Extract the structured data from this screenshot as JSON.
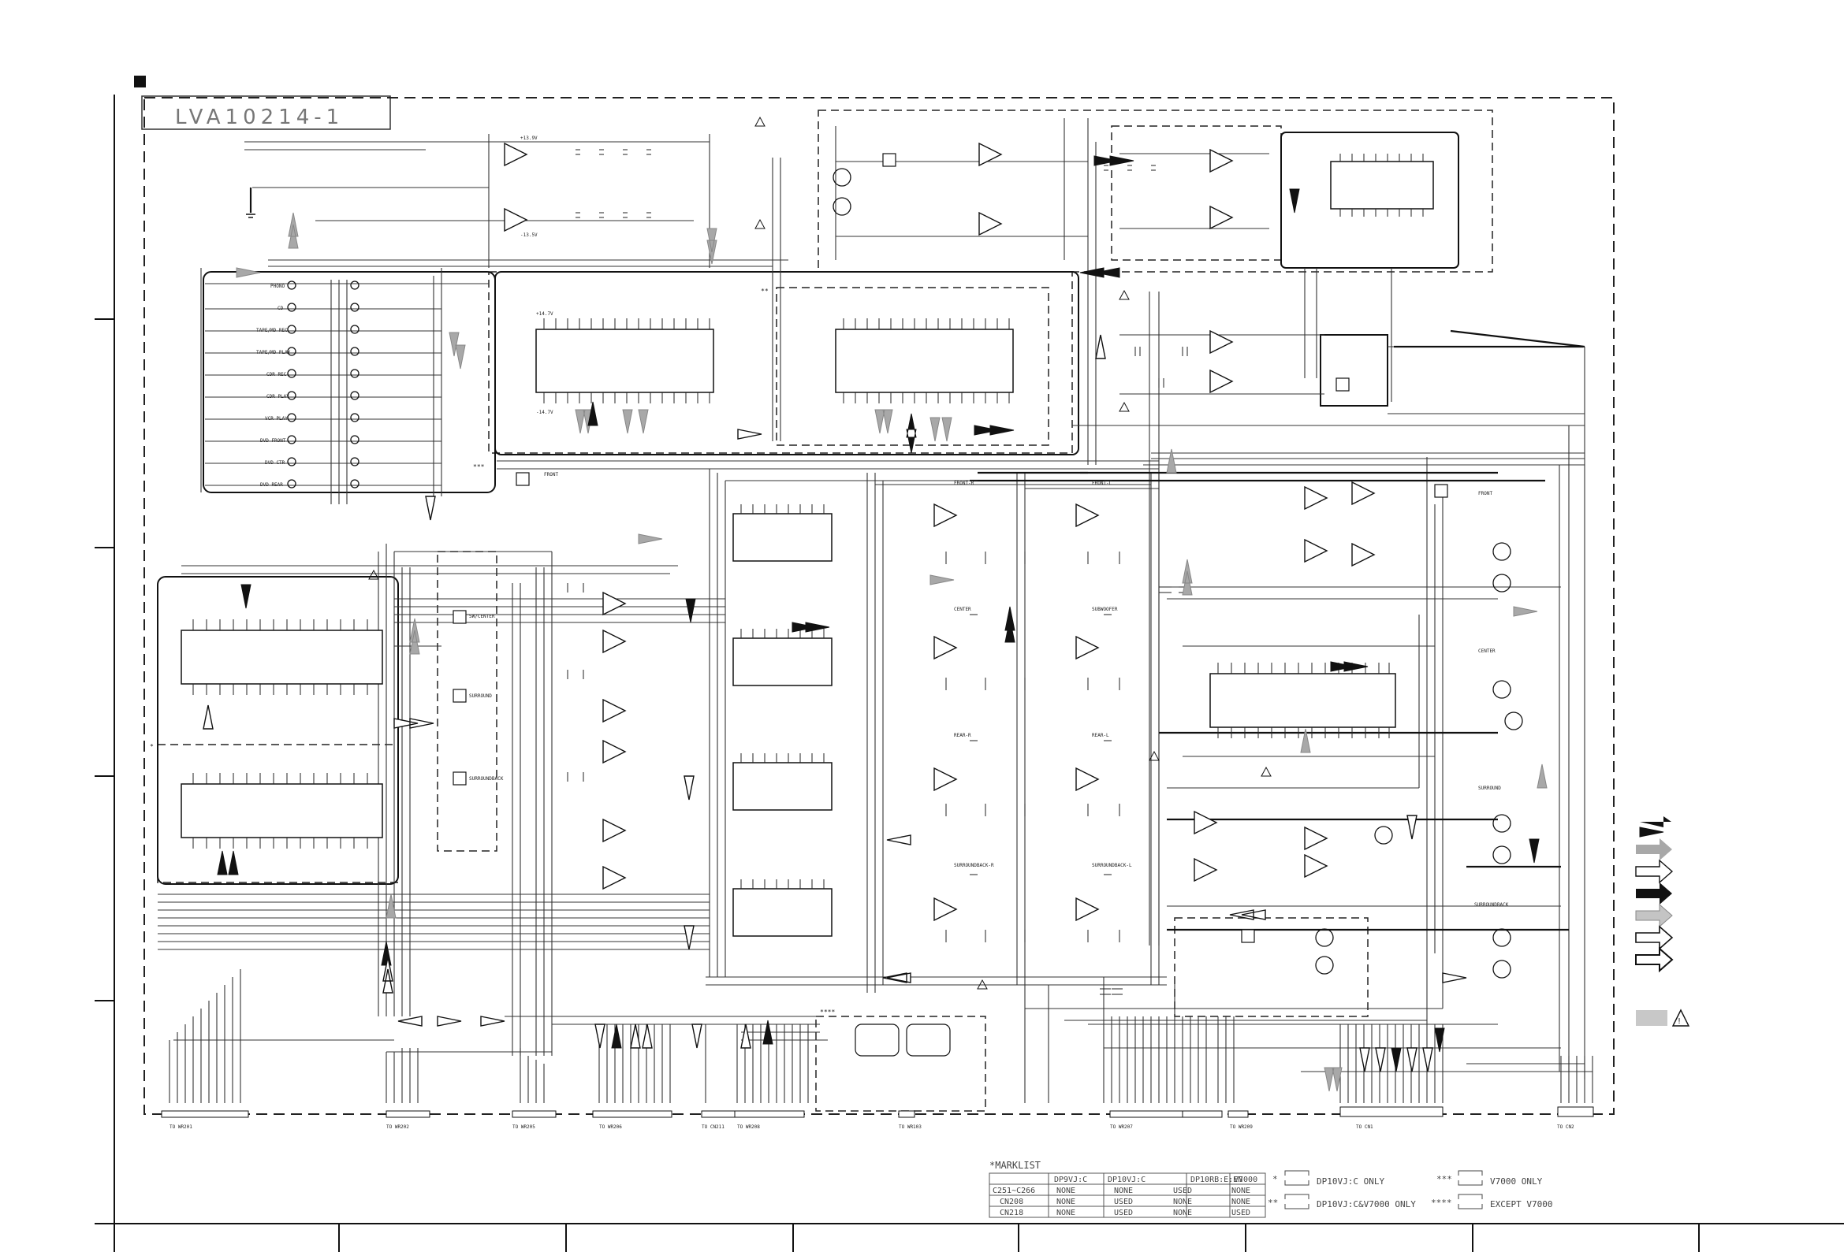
{
  "board_label": "LVA10214-1",
  "block_labels": {
    "front": "FRONT",
    "front_r": "FRONT-R",
    "front_l": "FRONT-L",
    "center": "CENTER",
    "subwoofer": "SUBWOOFER",
    "surround": "SURROUND",
    "surround_back": "SURROUNDBACK",
    "surround_back_r": "SURROUNDBACK-R",
    "surround_back_l": "SURROUNDBACK-L",
    "rear_r": "REAR-R",
    "rear_l": "REAR-L",
    "sw_center": "SW/CENTER"
  },
  "input_labels": [
    "PHONO",
    "CD",
    "TAPE/MD REC",
    "TAPE/MD PLAY",
    "CDR REC",
    "CDR PLAY",
    "VCR PLAY",
    "DVD FRONT",
    "DVD CTR",
    "DVD REAR"
  ],
  "supply_labels": [
    "+13.9V",
    "-13.5V",
    "+14.7V",
    "-14.7V"
  ],
  "mark_list": {
    "title": "*MARKLIST",
    "headers": [
      "",
      "DP9VJ:C",
      "DP10VJ:C",
      "DP10RB:E:EN",
      "V7000"
    ],
    "rows": [
      [
        "C251~C266",
        "NONE",
        "NONE",
        "USED",
        "NONE"
      ],
      [
        "CN208",
        "NONE",
        "USED",
        "NONE",
        "NONE"
      ],
      [
        "CN218",
        "NONE",
        "USED",
        "NONE",
        "USED"
      ]
    ]
  },
  "legend_notes": [
    {
      "mark": "*",
      "text": "DP10VJ:C ONLY"
    },
    {
      "mark": "**",
      "text": "DP10VJ:C&V7000 ONLY"
    },
    {
      "mark": "***",
      "text": "V7000 ONLY"
    },
    {
      "mark": "****",
      "text": "EXCEPT V7000"
    }
  ],
  "connector_labels": [
    "TO WR201",
    "TO WR202",
    "TO WR205",
    "TO WR206",
    "TO CN211",
    "TO WR208",
    "TO WR103",
    "TO WR207",
    "TO WR209",
    "TO CN1",
    "TO CN2"
  ],
  "region_marks": [
    "*",
    "**",
    "***",
    "****"
  ],
  "signal_legend": {
    "arrow_styles": [
      "solid-black",
      "solid-gray",
      "outline",
      "double-solid",
      "double-gray",
      "double-outline",
      "outline-double"
    ],
    "safety_symbol": "warning-triangle-icon"
  },
  "colors": {
    "line": "#1a1a1a",
    "gray_arrow": "#a8a8a8",
    "dashed": "#222222",
    "note_box": "#c8c8c8"
  }
}
